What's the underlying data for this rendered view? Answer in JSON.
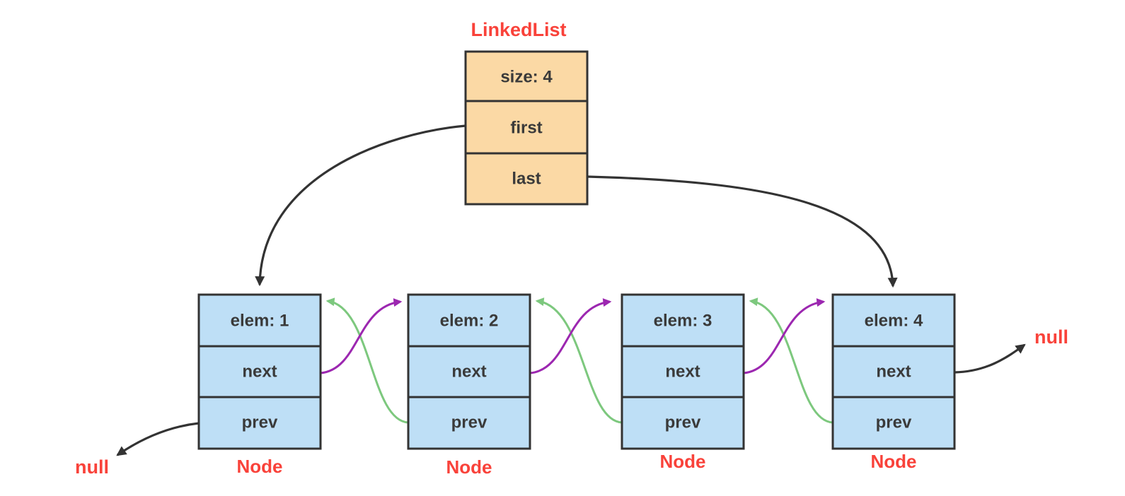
{
  "diagram": {
    "title": "LinkedList",
    "list": {
      "rows": [
        "size: 4",
        "first",
        "last"
      ]
    },
    "nodes": [
      {
        "elem": "elem: 1",
        "next": "next",
        "prev": "prev",
        "label": "Node"
      },
      {
        "elem": "elem: 2",
        "next": "next",
        "prev": "prev",
        "label": "Node"
      },
      {
        "elem": "elem: 3",
        "next": "next",
        "prev": "prev",
        "label": "Node"
      },
      {
        "elem": "elem: 4",
        "next": "next",
        "prev": "prev",
        "label": "Node"
      }
    ],
    "null_left": "null",
    "null_right": "null"
  },
  "colors": {
    "list_fill": "#FBD9A5",
    "node_fill": "#BEDFF6",
    "border": "#333333",
    "text": "#3A3A3A",
    "red_label": "#F9423A",
    "next_arrow": "#9C27B0",
    "prev_arrow": "#7DC87E",
    "black_arrow": "#333333"
  }
}
